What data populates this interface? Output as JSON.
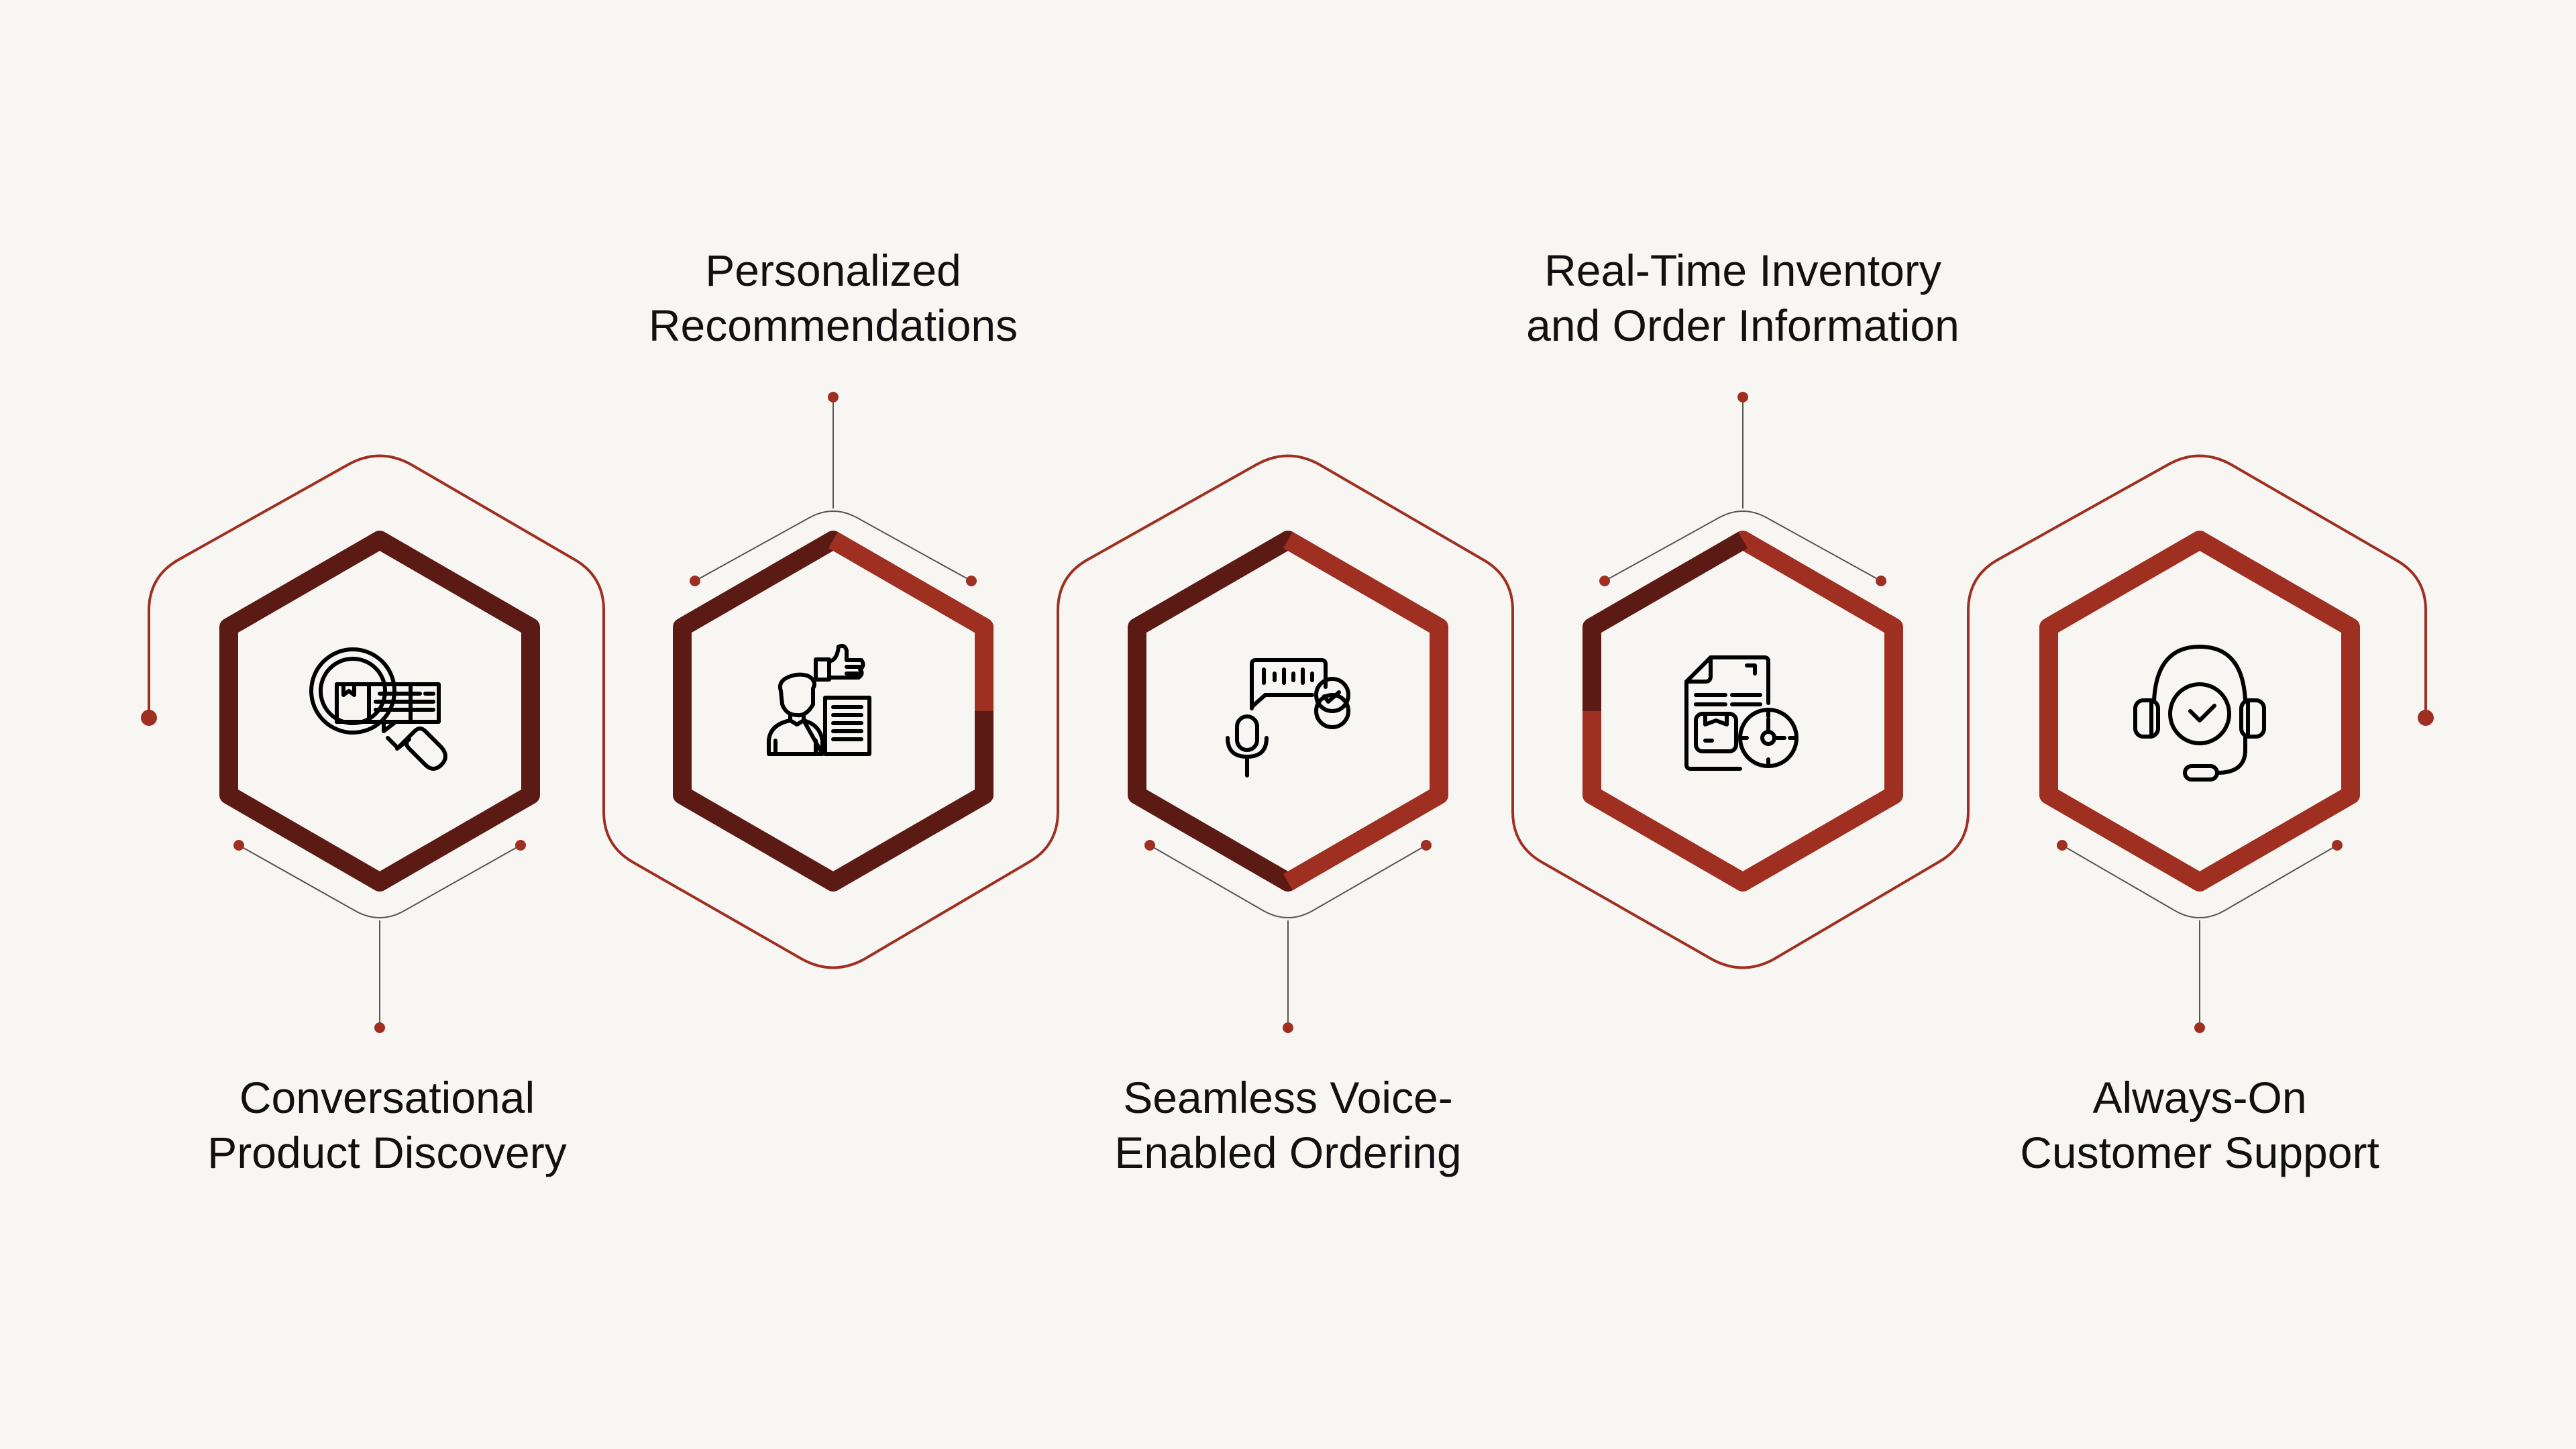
{
  "colors": {
    "background": "#f8f6f3",
    "dark": "#5b1b14",
    "accent": "#9e2f21",
    "connector": "#555555",
    "text": "#111111"
  },
  "steps": [
    {
      "label_line1": "Conversational",
      "label_line2": "Product Discovery",
      "icon": "magnifier-product-chat-icon",
      "position": "bottom"
    },
    {
      "label_line1": "Personalized",
      "label_line2": "Recommendations",
      "icon": "user-thumbs-up-document-icon",
      "position": "top"
    },
    {
      "label_line1": "Seamless Voice-",
      "label_line2": "Enabled Ordering",
      "icon": "microphone-voice-message-icon",
      "position": "bottom"
    },
    {
      "label_line1": "Real-Time Inventory",
      "label_line2": "and Order Information",
      "icon": "document-box-clock-icon",
      "position": "top"
    },
    {
      "label_line1": "Always-On",
      "label_line2": "Customer Support",
      "icon": "headset-clock-icon",
      "position": "bottom"
    }
  ]
}
